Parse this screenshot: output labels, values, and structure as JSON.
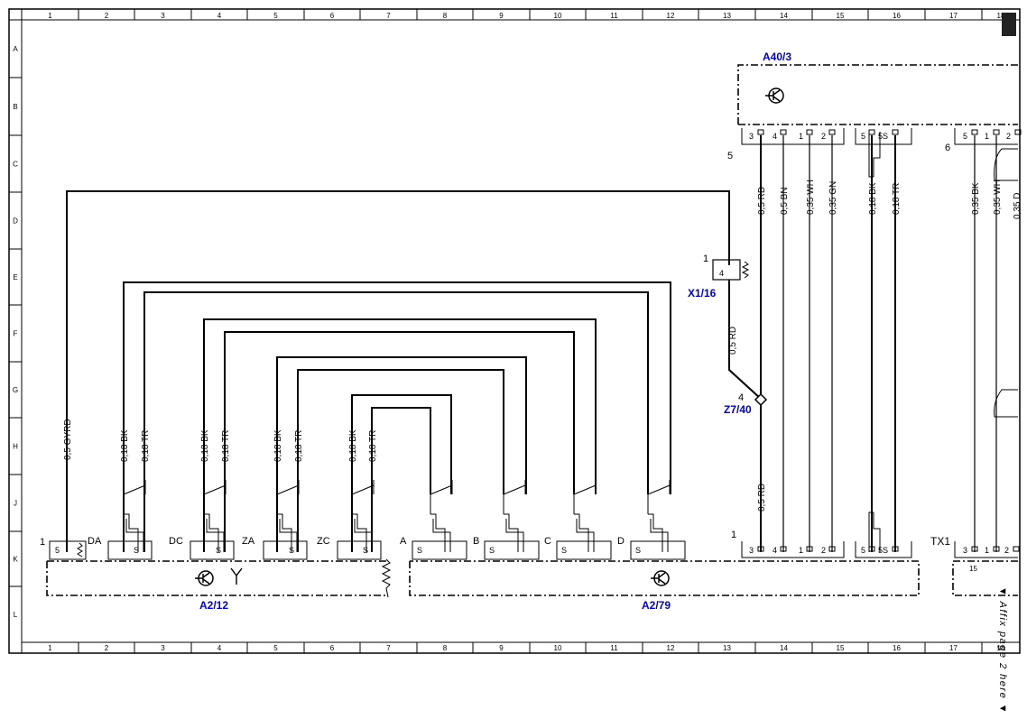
{
  "columns": [
    "1",
    "2",
    "3",
    "4",
    "5",
    "6",
    "7",
    "8",
    "9",
    "10",
    "11",
    "12",
    "13",
    "14",
    "15",
    "16",
    "17",
    "18"
  ],
  "rows": [
    "A",
    "B",
    "C",
    "D",
    "E",
    "F",
    "G",
    "H",
    "J",
    "K",
    "L"
  ],
  "components": {
    "a40": {
      "label": "A40/3",
      "pin_group": "5",
      "pin_group_2": "6",
      "pins": [
        "3",
        "4",
        "1",
        "2",
        "5",
        "5S"
      ],
      "pins_b": [
        "5",
        "1",
        "2"
      ]
    },
    "x1": {
      "label": "X1/16",
      "pin": "4",
      "num": "1"
    },
    "z7": {
      "label": "Z7/40",
      "num": "4"
    },
    "a2_12": {
      "label": "A2/12",
      "connectors": [
        "DA",
        "DC",
        "ZA",
        "ZC"
      ],
      "first_pin": "5",
      "num": "1",
      "s": "S"
    },
    "a2_79": {
      "label": "A2/79",
      "connectors": [
        "A",
        "B",
        "C",
        "D"
      ],
      "s": "S"
    },
    "tx1": {
      "label": "TX1",
      "pins": [
        "3",
        "1",
        "2"
      ],
      "sub": "15"
    },
    "a2_79_pins": {
      "num": "1",
      "pins": [
        "3",
        "4",
        "1",
        "2",
        "5",
        "5S"
      ]
    }
  },
  "wires": {
    "left": [
      "0,5 GYRD",
      "0,18 BK",
      "0,18 TR",
      "0,18 BK",
      "0,18 TR",
      "0,18 BK",
      "0,18 TR",
      "0,18 BK",
      "0,18 TR"
    ],
    "top": [
      "0,5 RD",
      "0,5 BN",
      "0,35 WH",
      "0,35 GN",
      "0,18 BK",
      "0,18 TR",
      "0,35 BK",
      "0,35 WH"
    ],
    "x1_rd": "0,5 RD",
    "z7_rd": "0,5 RD",
    "partial": "0,35 D"
  },
  "margin_note": "▼ Affix page 2 here ▼"
}
